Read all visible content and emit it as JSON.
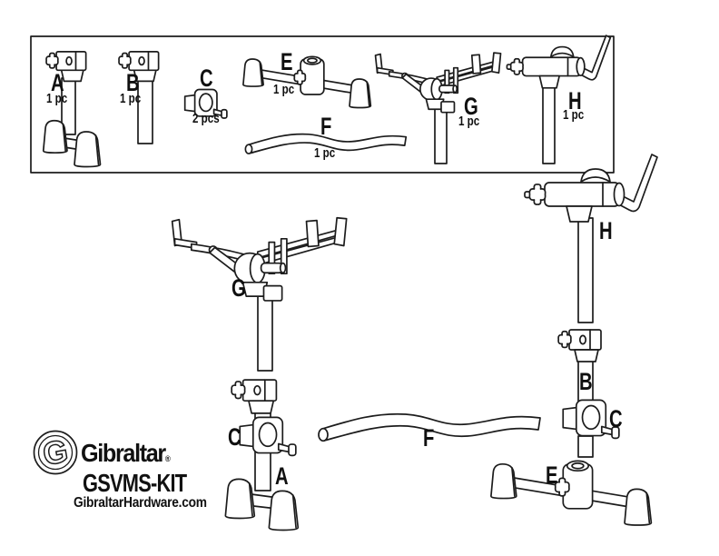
{
  "colors": {
    "line": "#1c1c1c",
    "background": "#ffffff",
    "text": "#101010"
  },
  "brand": {
    "logo_letter": "G",
    "name": "Gibraltar",
    "registered": "®",
    "model": "GSVMS-KIT",
    "website": "GibraltarHardware.com"
  },
  "parts_box": {
    "parts": [
      {
        "id": "A",
        "qty": "1 pc"
      },
      {
        "id": "B",
        "qty": "1 pc"
      },
      {
        "id": "C",
        "qty": "2 pcs"
      },
      {
        "id": "E",
        "qty": "1 pc"
      },
      {
        "id": "F",
        "qty": "1 pc"
      },
      {
        "id": "G",
        "qty": "1 pc"
      },
      {
        "id": "H",
        "qty": "1 pc"
      }
    ]
  },
  "assembly": {
    "labels": [
      {
        "ref": "G"
      },
      {
        "ref": "C"
      },
      {
        "ref": "A"
      },
      {
        "ref": "F"
      },
      {
        "ref": "H"
      },
      {
        "ref": "B"
      },
      {
        "ref": "C"
      },
      {
        "ref": "E"
      }
    ]
  }
}
